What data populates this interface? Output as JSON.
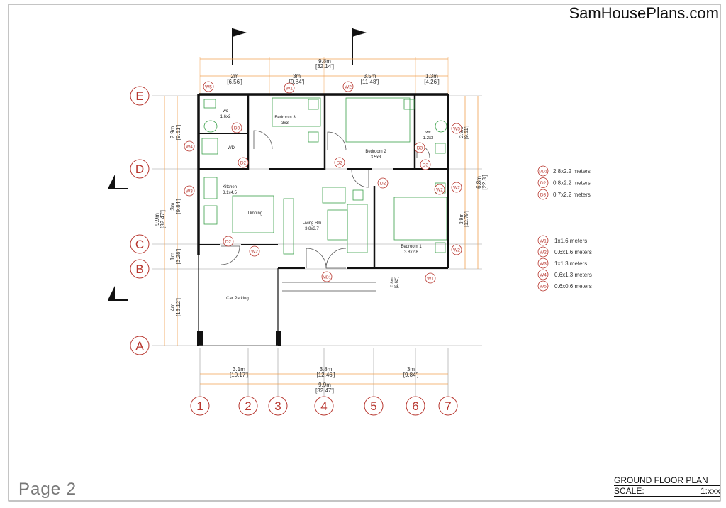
{
  "brand": "SamHousePlans.com",
  "page_label": "Page 2",
  "title_block": {
    "title": "GROUND FLOOR PLAN",
    "scale_label": "SCALE:",
    "scale_value": "1:xxx"
  },
  "grid_rows": [
    "E",
    "D",
    "C",
    "B",
    "A"
  ],
  "grid_cols": [
    "1",
    "2",
    "3",
    "4",
    "5",
    "6",
    "7"
  ],
  "top_dims": {
    "overall": {
      "m": "9.8m",
      "ft": "[32.14']"
    },
    "segments": [
      {
        "m": "2m",
        "ft": "[6.56']"
      },
      {
        "m": "3m",
        "ft": "[9.84']"
      },
      {
        "m": "3.5m",
        "ft": "[11.48']"
      },
      {
        "m": "1.3m",
        "ft": "[4.26']"
      }
    ]
  },
  "bottom_dims": {
    "segments": [
      {
        "m": "3.1m",
        "ft": "[10.17']"
      },
      {
        "m": "3.8m",
        "ft": "[12.46']"
      },
      {
        "m": "3m",
        "ft": "[9.84']"
      }
    ],
    "overall": {
      "m": "9.9m",
      "ft": "[32.47']"
    }
  },
  "left_dims": {
    "overall": {
      "m": "9.9m",
      "ft": "[32.47']"
    },
    "segments": [
      {
        "m": "2.9m",
        "ft": "[9.51']"
      },
      {
        "m": "3m",
        "ft": "[9.84']"
      },
      {
        "m": "1m",
        "ft": "[3.28']"
      },
      {
        "m": "4m",
        "ft": "[13.12']"
      }
    ]
  },
  "right_dims": {
    "overall": {
      "m": "6.8m",
      "ft": "[22.3']"
    },
    "segments": [
      {
        "m": "2.9m",
        "ft": "[9.51']"
      },
      {
        "m": "3.9m",
        "ft": "[12.79']"
      }
    ]
  },
  "small_dims": {
    "step": {
      "m": "0.8m",
      "ft": "[2.62']"
    }
  },
  "rooms": [
    {
      "name": "wc",
      "size": "1.6x2"
    },
    {
      "name": "Bedroom 3",
      "size": "3x3"
    },
    {
      "name": "Bedroom 2",
      "size": "3.5x3"
    },
    {
      "name": "wc",
      "size": "1.2x3"
    },
    {
      "name": "WD",
      "size": ""
    },
    {
      "name": "Kitchen",
      "size": "3.1x4.5"
    },
    {
      "name": "Dinning",
      "size": ""
    },
    {
      "name": "Living Rm",
      "size": "3.8x3.7"
    },
    {
      "name": "Bedroom 1",
      "size": "3.8x2.8"
    },
    {
      "name": "Car Parking",
      "size": ""
    }
  ],
  "tags": [
    "W5",
    "W1",
    "W2",
    "D3",
    "W4",
    "D2",
    "W3",
    "W2",
    "D2",
    "D3",
    "D3",
    "D2",
    "W5",
    "W2",
    "D2",
    "W2",
    "W2",
    "MD1",
    "W1"
  ],
  "legend_doors": [
    {
      "tag": "MD1",
      "desc": "2.8x2.2 meters"
    },
    {
      "tag": "D2",
      "desc": "0.8x2.2 meters"
    },
    {
      "tag": "D3",
      "desc": "0.7x2.2 meters"
    }
  ],
  "legend_windows": [
    {
      "tag": "W1",
      "desc": "1x1.6 meters"
    },
    {
      "tag": "W2",
      "desc": "0.6x1.6 meters"
    },
    {
      "tag": "W3",
      "desc": "1x1.3 meters"
    },
    {
      "tag": "W4",
      "desc": "0.6x1.3 meters"
    },
    {
      "tag": "W5",
      "desc": "0.6x0.6 meters"
    }
  ],
  "colors": {
    "tag_red": "#b8372f",
    "dim_orange": "#f0a050",
    "fixture_green": "#3aa04a",
    "wall": "#111111",
    "grid": "#999999"
  }
}
